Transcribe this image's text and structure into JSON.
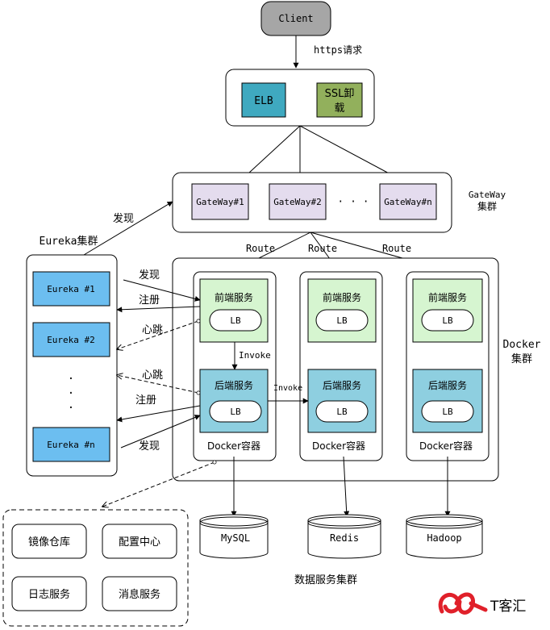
{
  "client": {
    "label": "Client"
  },
  "request_label": "https请求",
  "lb_group": {
    "elb": "ELB",
    "ssl_line1": "SSL卸",
    "ssl_line2": "载"
  },
  "gateway": {
    "nodes": [
      "GateWay#1",
      "GateWay#2",
      "GateWay#n"
    ],
    "ellipsis": "· · ·",
    "cluster_line1": "GateWay",
    "cluster_line2": "集群"
  },
  "discover_top": "发现",
  "route_labels": [
    "Route",
    "Route",
    "Route"
  ],
  "eureka": {
    "title": "Eureka集群",
    "nodes": [
      "Eureka #1",
      "Eureka #2",
      "Eureka #n"
    ],
    "dots": "·"
  },
  "edge_labels": {
    "discover1": "发现",
    "register1": "注册",
    "heartbeat1": "心跳",
    "heartbeat2": "心跳",
    "register2": "注册",
    "discover2": "发现",
    "invoke_down": "Invoke",
    "invoke_right": "Invoke"
  },
  "docker": {
    "cluster_line1": "Docker",
    "cluster_line2": "集群",
    "containers": [
      {
        "front": "前端服务",
        "front_lb": "LB",
        "back": "后端服务",
        "back_lb": "LB",
        "label": "Docker容器"
      },
      {
        "front": "前端服务",
        "front_lb": "LB",
        "back": "后端服务",
        "back_lb": "LB",
        "label": "Docker容器"
      },
      {
        "front": "前端服务",
        "front_lb": "LB",
        "back": "后端服务",
        "back_lb": "LB",
        "label": "Docker容器"
      }
    ]
  },
  "databases": [
    "MySQL",
    "Redis",
    "Hadoop"
  ],
  "data_cluster_label": "数据服务集群",
  "support_services": [
    "镜像仓库",
    "配置中心",
    "日志服务",
    "消息服务"
  ],
  "logo": {
    "text": "T客汇"
  },
  "colors": {
    "client_fill": "#a6a6a6",
    "elb_fill": "#3fa9c0",
    "ssl_fill": "#92b05c",
    "gateway_fill": "#e4dcee",
    "eureka_fill": "#6cbef0",
    "front_fill": "#d6f5d0",
    "back_fill": "#8ecfe0",
    "logo_red": "#e0202a"
  }
}
